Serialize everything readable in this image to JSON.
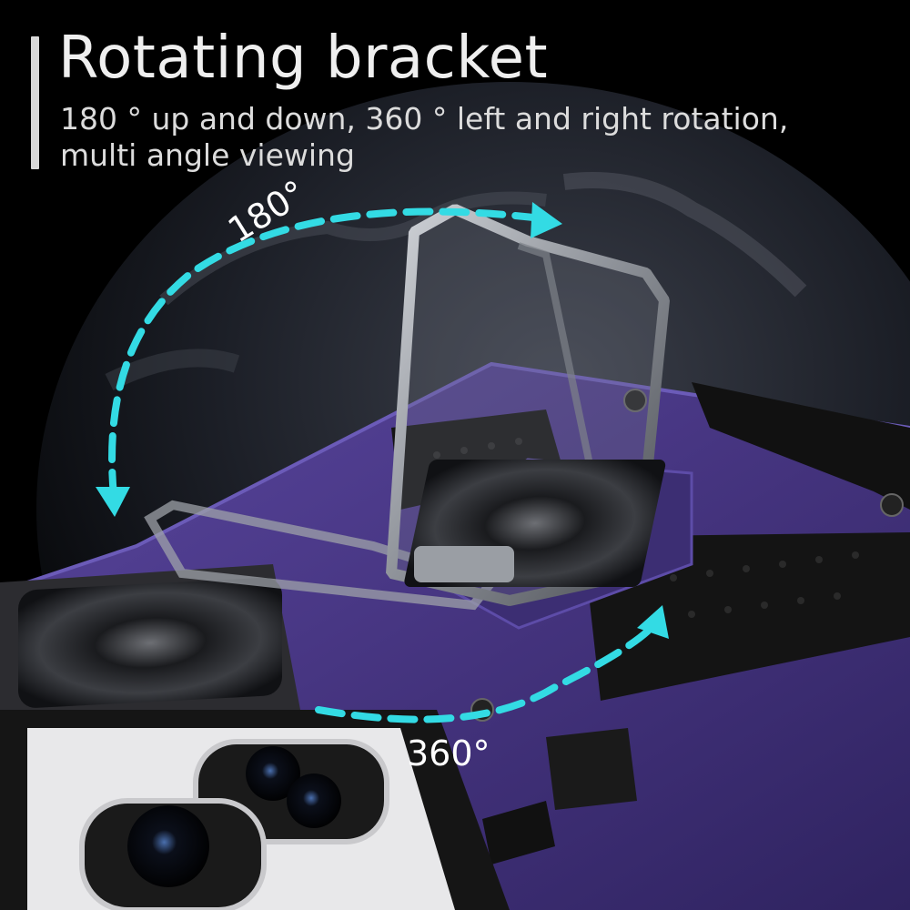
{
  "headline": "Rotating bracket",
  "subtitle_line1": "180 ° up and down, 360 ° left and right rotation,",
  "subtitle_line2": "multi angle viewing",
  "label_180": "180°",
  "label_360": "360°",
  "colors": {
    "background": "#000000",
    "case_purple": "#4b3a86",
    "arrow_cyan": "#33dbe4",
    "headline_text": "#efefef",
    "stand_metal": "#9a9ea4"
  },
  "icons": [
    "earth-globe-icon",
    "rotation-arrow-180-icon",
    "rotation-arrow-360-icon",
    "ring-stand-icon",
    "camera-lens-icon"
  ]
}
